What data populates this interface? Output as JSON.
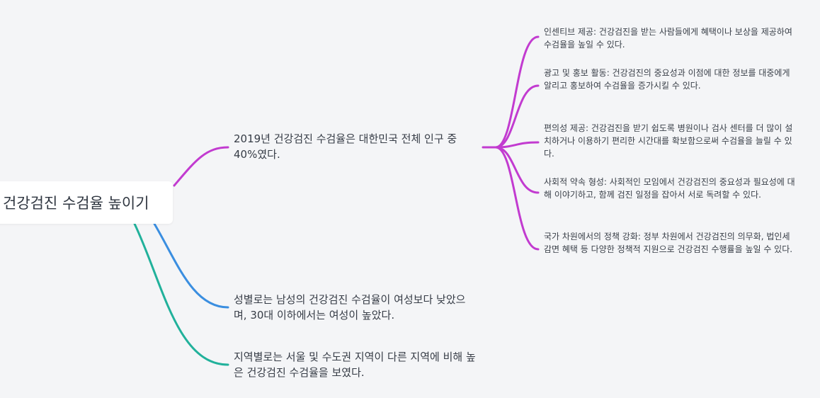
{
  "root": {
    "label": "건강검진 수검율 높이기"
  },
  "colors": {
    "purple": "#c23bd0",
    "blue": "#3a8ee0",
    "teal": "#21b19b"
  },
  "branches": [
    {
      "text": "2019년 건강검진 수검율은 대한민국 전체 인구 중 40%였다."
    },
    {
      "text": "성별로는 남성의 건강검진 수검율이 여성보다 낮았으며, 30대 이하에서는 여성이 높았다."
    },
    {
      "text": "지역별로는 서울 및 수도권 지역이 다른 지역에 비해 높은 건강검진 수검율을 보였다."
    }
  ],
  "leaves": [
    {
      "text": "인센티브 제공: 건강검진을 받는 사람들에게 혜택이나 보상을 제공하여 수검율을 높일 수 있다."
    },
    {
      "text": "광고 및 홍보 활동: 건강검진의 중요성과 이점에 대한 정보를 대중에게 알리고 홍보하여 수검율을 증가시킬 수 있다."
    },
    {
      "text": "편의성 제공: 건강검진을 받기 쉽도록 병원이나 검사 센터를 더 많이 설치하거나 이용하기 편리한 시간대를 확보함으로써 수검율을 늘릴 수 있다."
    },
    {
      "text": "사회적 약속 형성: 사회적인 모임에서 건강검진의 중요성과 필요성에 대해 이야기하고, 함께 검진 일정을 잡아서 서로 독려할 수 있다."
    },
    {
      "text": "국가 차원에서의 정책 강화: 정부 차원에서 건강검진의 의무화, 법인세 감면 혜택 등 다양한 정책적 지원으로 건강검진 수행률을 높일 수 있다."
    }
  ]
}
